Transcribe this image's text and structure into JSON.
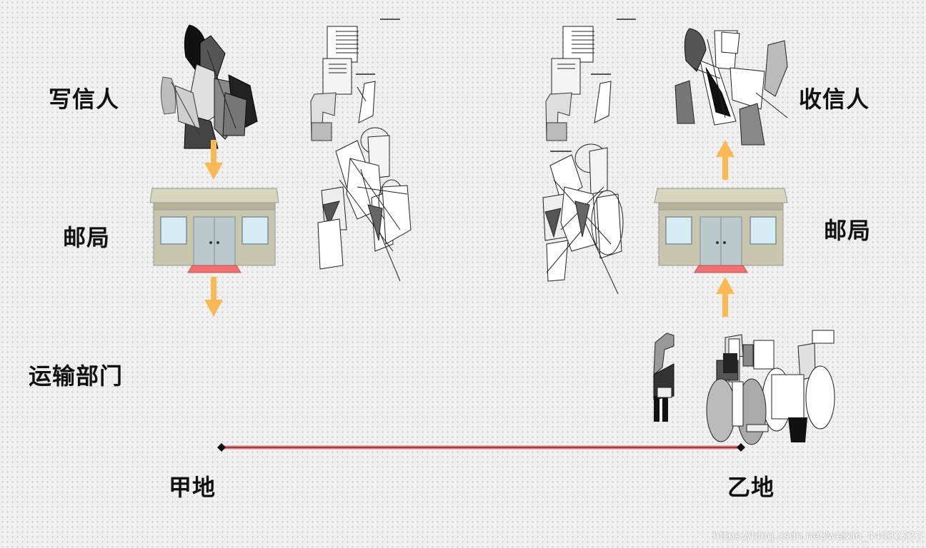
{
  "labels": {
    "sender": "写信人",
    "post_office_left": "邮局",
    "transport": "运输部门",
    "receiver": "收信人",
    "post_office_right": "邮局",
    "place_a": "甲地",
    "place_b": "乙地"
  },
  "watermark": "https://blog.csdn.net/weixin_44032232",
  "colors": {
    "arrow": "#fbb955",
    "route_line": "#e07a7a",
    "building_wall": "#c9c6ae",
    "building_roof": "#d8d5bd",
    "door": "#b9c9cc",
    "window": "#d6ecf5",
    "doormat": "#f07070"
  }
}
